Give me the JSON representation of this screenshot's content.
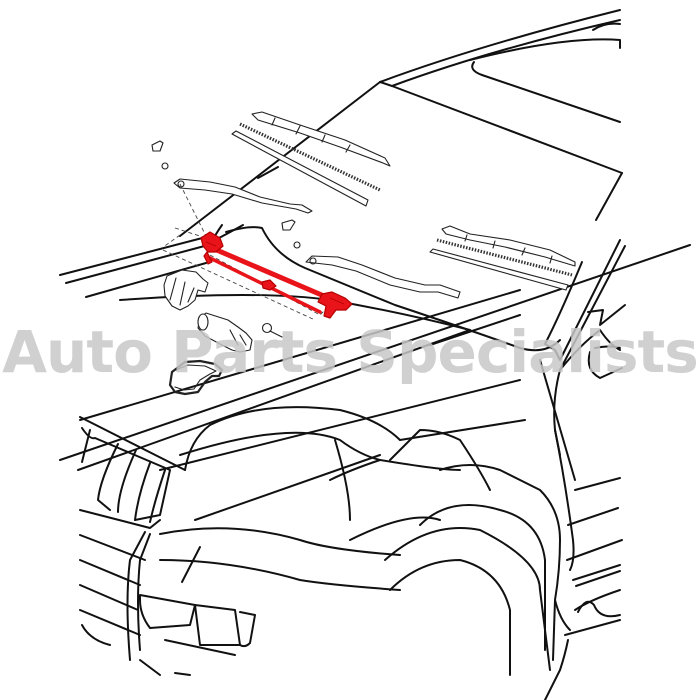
{
  "diagram": {
    "subject": "Vehicle front end line drawing — windshield wiper assembly exploded view",
    "background_color": "#ffffff",
    "line_color": "#111111",
    "highlight_color": "#e8141a",
    "highlighted_part": "wiper-linkage-assembly",
    "parts": [
      {
        "id": "wiper-blade-left",
        "label": "Wiper blade (driver side)"
      },
      {
        "id": "wiper-blade-right",
        "label": "Wiper blade (passenger side)"
      },
      {
        "id": "wiper-arm-left",
        "label": "Wiper arm (driver side)"
      },
      {
        "id": "wiper-arm-right",
        "label": "Wiper arm (passenger side)"
      },
      {
        "id": "pivot-cap-left",
        "label": "Pivot cap"
      },
      {
        "id": "pivot-cap-right",
        "label": "Pivot cap"
      },
      {
        "id": "pivot-nut-left",
        "label": "Nut"
      },
      {
        "id": "pivot-nut-right",
        "label": "Nut"
      },
      {
        "id": "wiper-linkage-assembly",
        "label": "Wiper linkage (highlighted)"
      },
      {
        "id": "motor-cover",
        "label": "Motor cover"
      },
      {
        "id": "wiper-motor",
        "label": "Wiper motor"
      },
      {
        "id": "mounting-bolt",
        "label": "Bolt"
      },
      {
        "id": "motor-gasket",
        "label": "Gasket"
      }
    ]
  },
  "watermark": {
    "text": "Auto Parts Specialists",
    "color": "#c8c8c8"
  }
}
